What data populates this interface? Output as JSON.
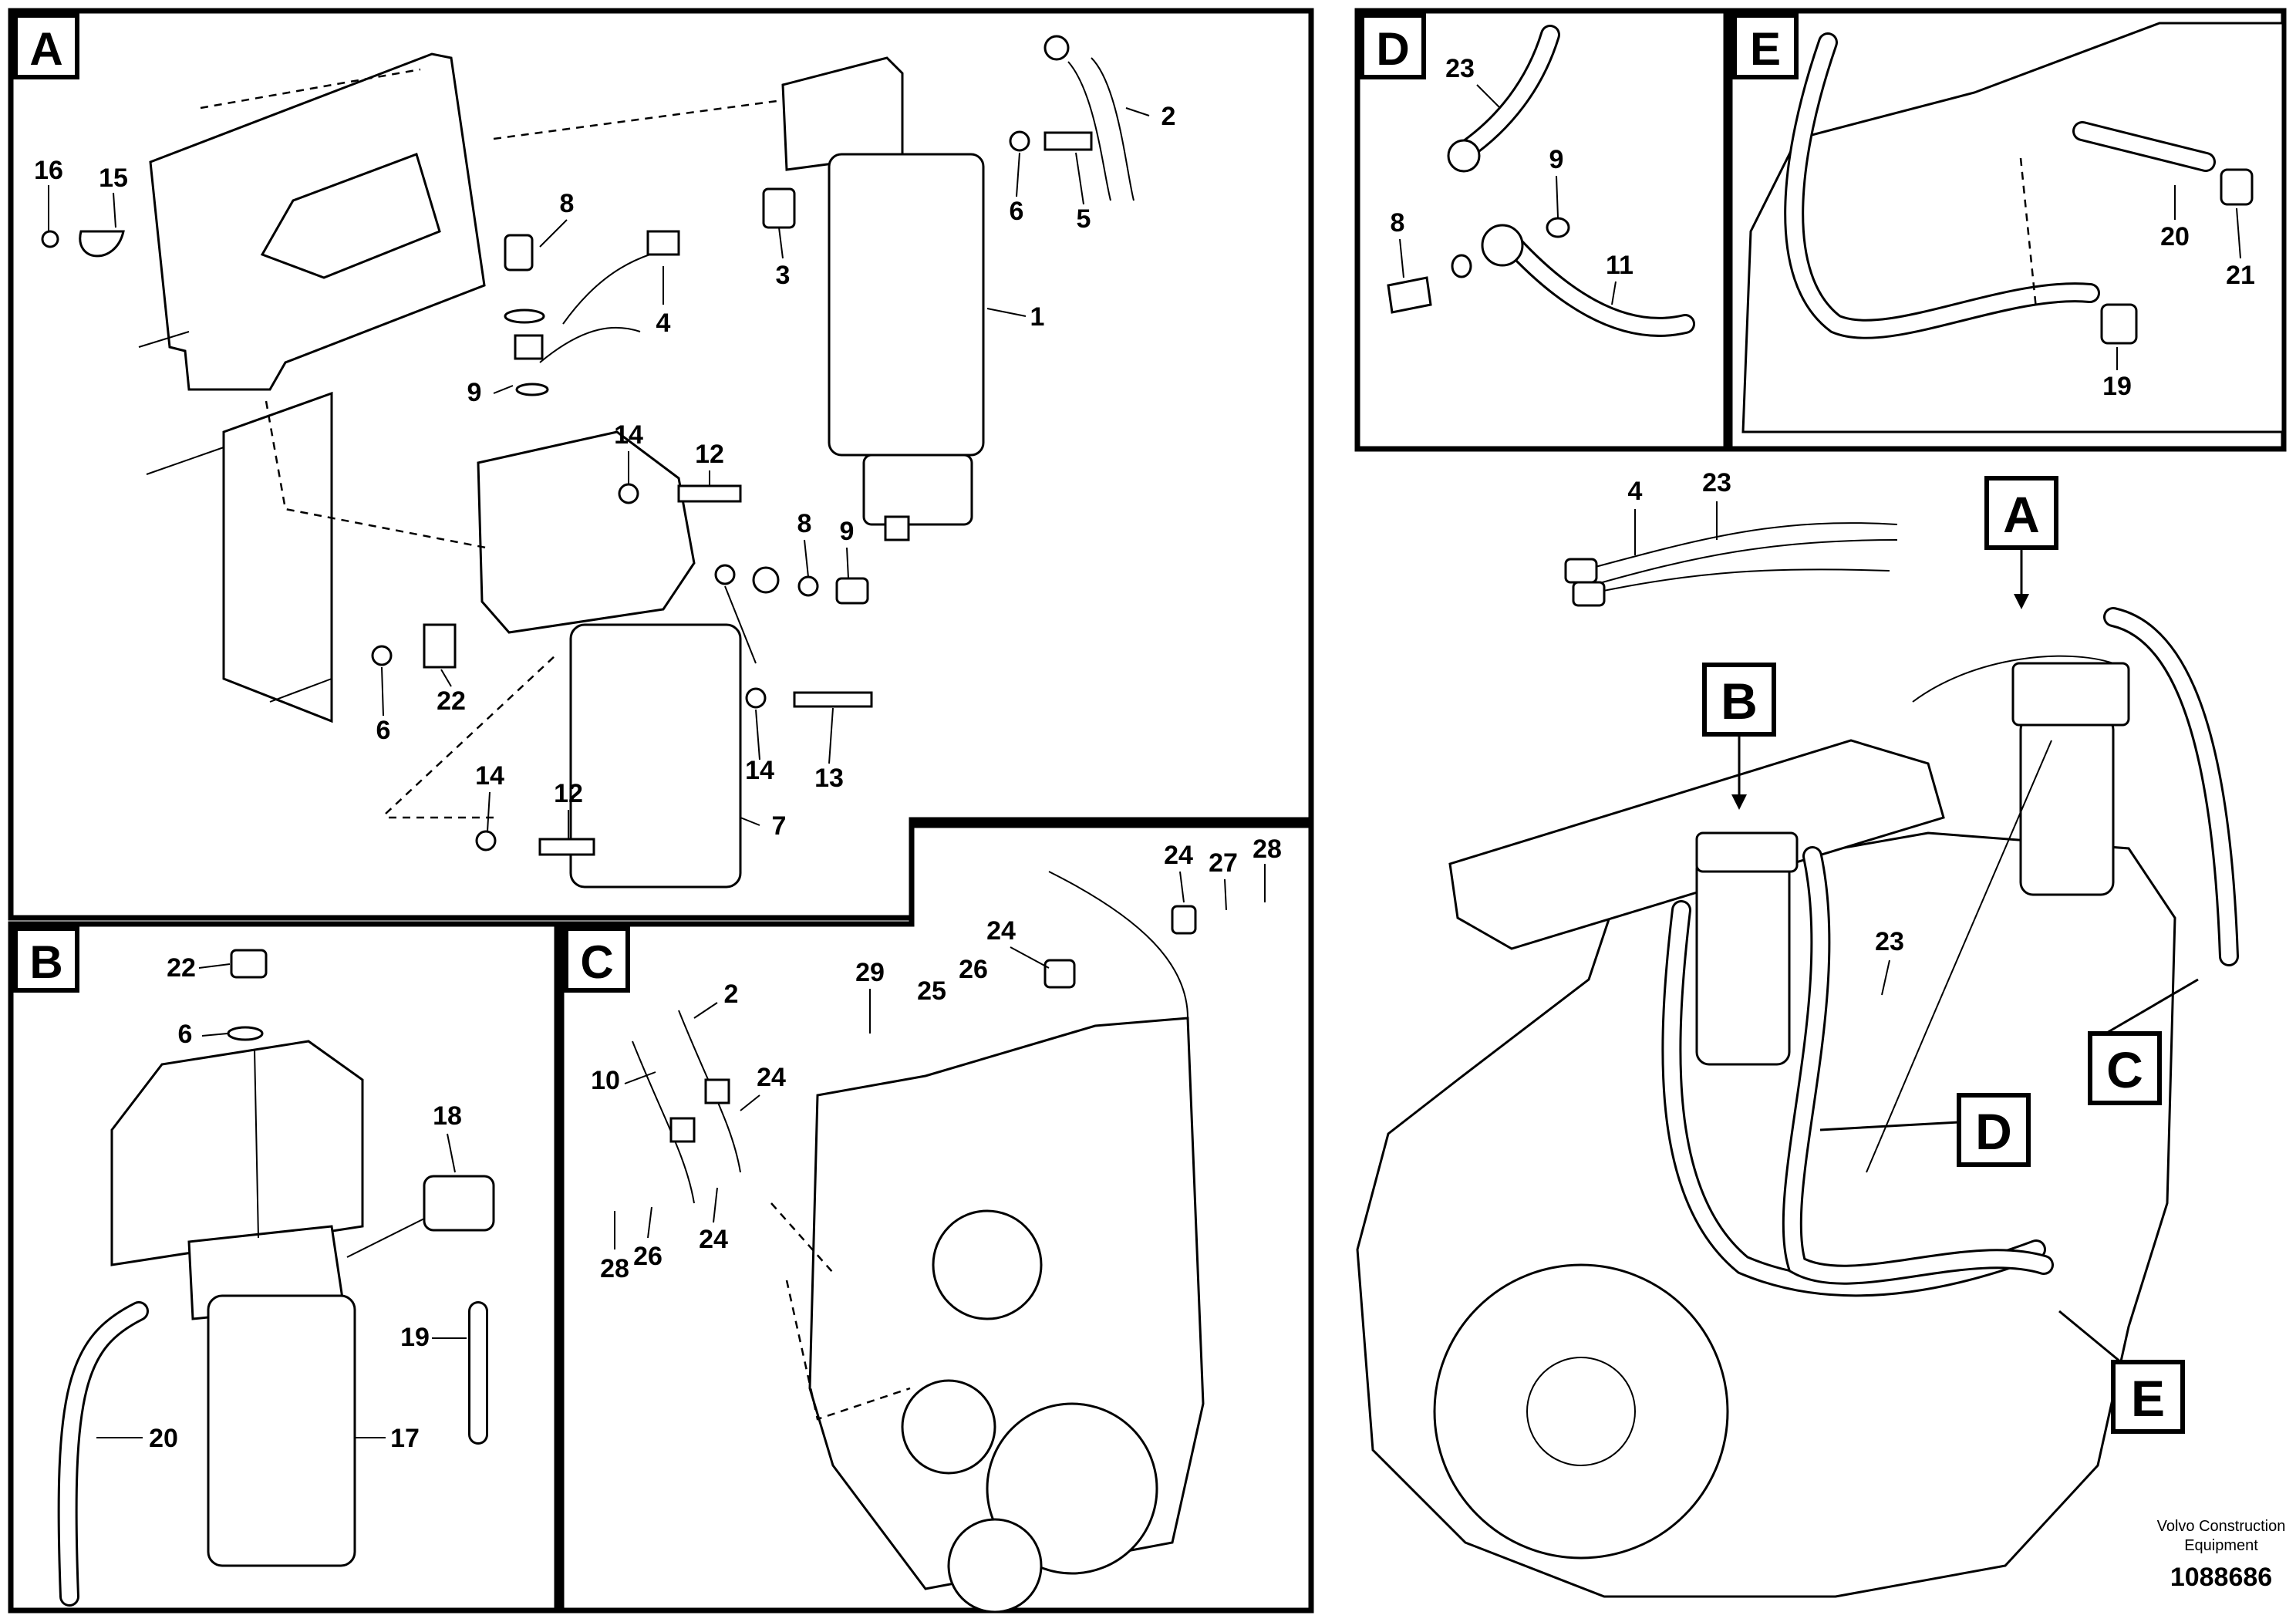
{
  "panels": {
    "A": "A",
    "B": "B",
    "C": "C",
    "D": "D",
    "E": "E"
  },
  "overview_labels": {
    "A": "A",
    "B": "B",
    "C": "C",
    "D": "D",
    "E": "E"
  },
  "callouts": {
    "A": [
      "16",
      "15",
      "8",
      "4",
      "3",
      "2",
      "6",
      "5",
      "1",
      "9",
      "14",
      "12",
      "8",
      "9",
      "6",
      "22",
      "14",
      "13",
      "14",
      "12",
      "7"
    ],
    "B": [
      "22",
      "6",
      "18",
      "19",
      "20",
      "17"
    ],
    "C": [
      "24",
      "27",
      "28",
      "24",
      "29",
      "2",
      "26",
      "25",
      "10",
      "24",
      "28",
      "26",
      "24"
    ],
    "D": [
      "23",
      "9",
      "8",
      "11"
    ],
    "E": [
      "20",
      "21",
      "19"
    ],
    "overview": [
      "4",
      "23",
      "23"
    ]
  },
  "footer": {
    "brand_line1": "Volvo Construction",
    "brand_line2": "Equipment",
    "figure_number": "1088686"
  }
}
